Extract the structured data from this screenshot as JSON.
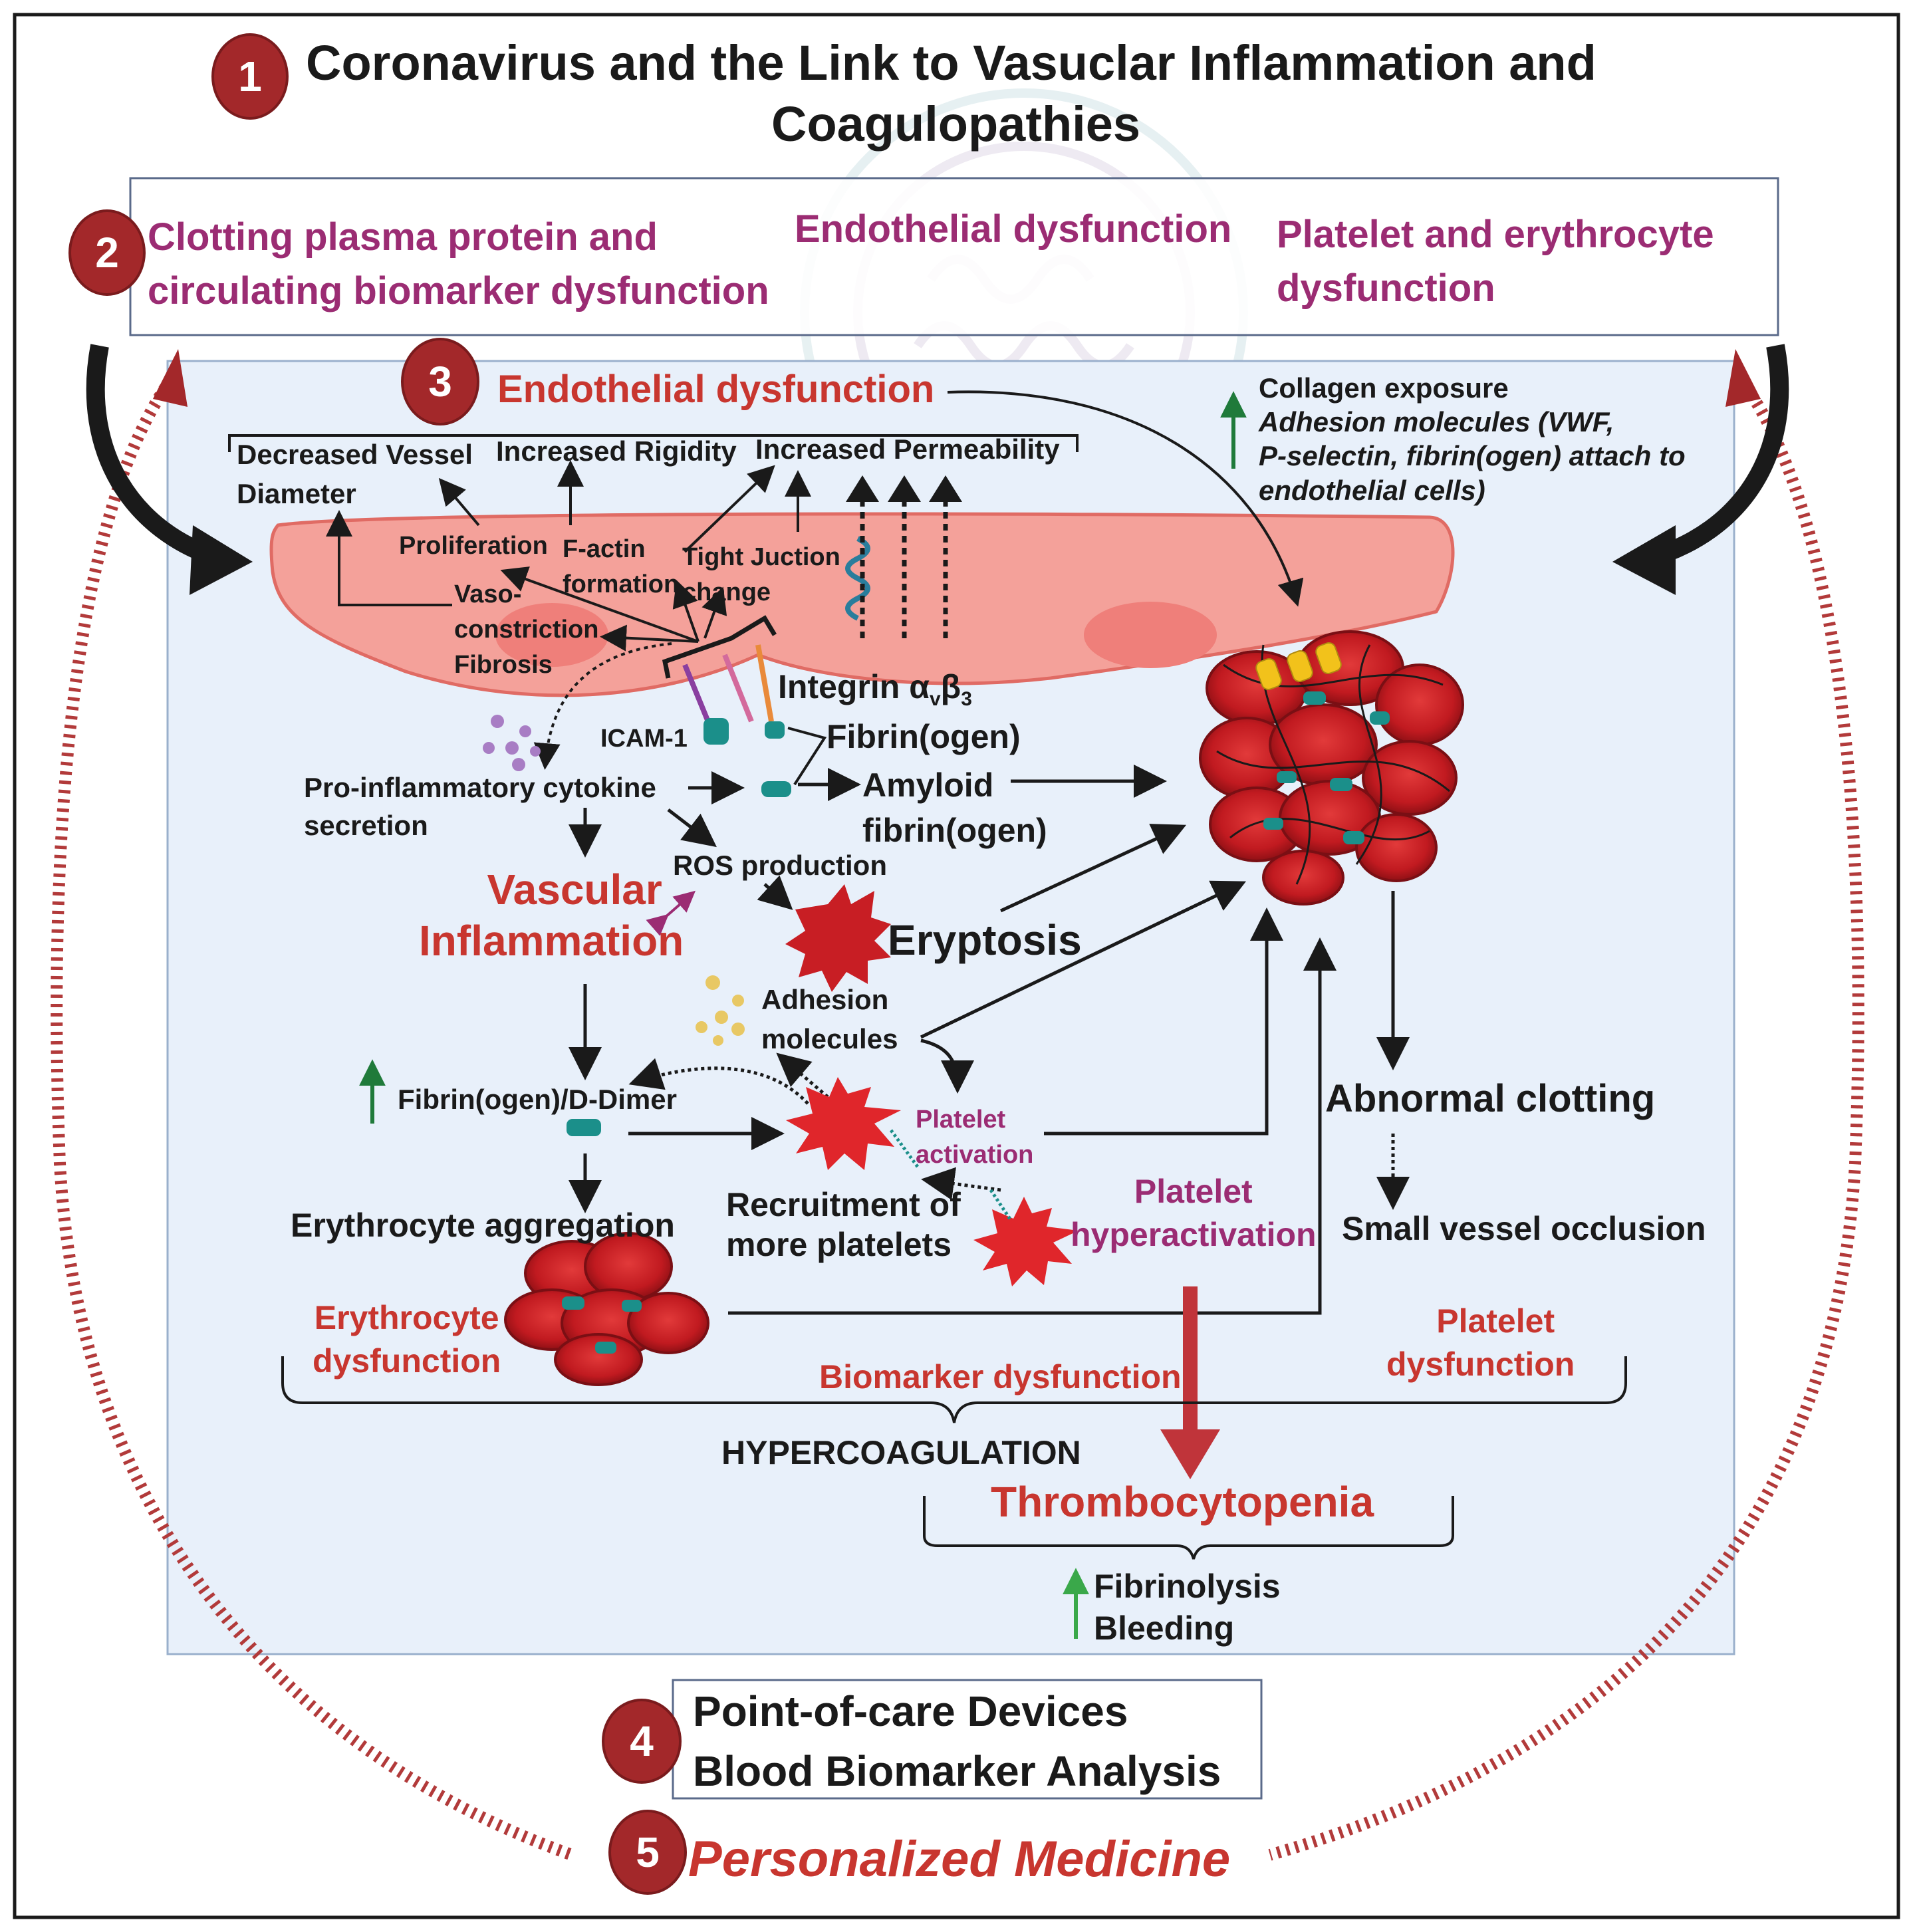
{
  "title": {
    "number": "1",
    "line1": "Coronavirus and the Link to Vasuclar Inflammation and",
    "line2": "Coagulopathies"
  },
  "categories": {
    "number": "2",
    "clotting_line1": "Clotting plasma protein and",
    "clotting_line2": "circulating biomarker  dysfunction",
    "endothelial": "Endothelial dysfunction",
    "platelet_line1": "Platelet and erythrocyte",
    "platelet_line2": "dysfunction"
  },
  "endothelial": {
    "number": "3",
    "heading": "Endothelial dysfunction",
    "decreased_vessel_line1": "Decreased Vessel",
    "decreased_vessel_line2": "Diameter",
    "increased_rigidity": "Increased Rigidity",
    "increased_permeability": "Increased Permeability",
    "proliferation": "Proliferation",
    "f_actin_line1": "F-actin",
    "f_actin_line2": "formation",
    "tight_junction_line1": "Tight Juction",
    "tight_junction_line2": "change",
    "vaso_line1": "Vaso-",
    "vaso_line2": "constriction",
    "fibrosis": "Fibrosis",
    "integrin": "Integrin α",
    "integrin_sub_v": "v",
    "integrin_beta": "β",
    "integrin_sub_3": "3",
    "icam": "ICAM-1",
    "fibrinogen": "Fibrin(ogen)",
    "amyloid_line1": "Amyloid",
    "amyloid_line2": "fibrin(ogen)"
  },
  "collagen": {
    "line1": "Collagen exposure",
    "line2": "Adhesion molecules (VWF,",
    "line3": "P-selectin, fibrin(ogen) attach to",
    "line4": "endothelial cells)"
  },
  "pathway": {
    "cytokine_line1": "Pro-inflammatory cytokine",
    "cytokine_line2": "secretion",
    "ros": "ROS production",
    "vascular_line1": "Vascular",
    "vascular_line2": "Inflammation",
    "eryptosis": "Eryptosis",
    "adhesion_line1": "Adhesion",
    "adhesion_line2": "molecules",
    "d_dimer": "Fibrin(ogen)/D-Dimer",
    "platelet_activation_line1": "Platelet",
    "platelet_activation_line2": "activation",
    "recruitment_line1": "Recruitment of",
    "recruitment_line2": "more platelets",
    "hyperactivation_line1": "Platelet",
    "hyperactivation_line2": "hyperactivation",
    "erythrocyte_aggregation": "Erythrocyte aggregation",
    "erythrocyte_dysfunction_line1": "Erythrocyte",
    "erythrocyte_dysfunction_line2": "dysfunction",
    "biomarker_dysfunction": "Biomarker dysfunction",
    "platelet_dysfunction_line1": "Platelet",
    "platelet_dysfunction_line2": "dysfunction",
    "abnormal_clotting": "Abnormal clotting",
    "small_vessel": "Small vessel occlusion",
    "hypercoagulation": "HYPERCOAGULATION",
    "thrombocytopenia": "Thrombocytopenia",
    "fibrinolysis": "Fibrinolysis",
    "bleeding": "Bleeding"
  },
  "bottom": {
    "number4": "4",
    "poc_line1": "Point-of-care Devices",
    "poc_line2": "Blood Biomarker Analysis",
    "number5": "5",
    "personalized": "Personalized Medicine"
  },
  "colors": {
    "heading_red": "#c8362f",
    "purple": "#9b2c73",
    "badge": "#a3282a",
    "panel_bg": "#e8f0fa",
    "endothelium": "#f4a19a",
    "rbc": "#c81e24",
    "teal": "#1b8f8a",
    "up_arrow_green": "#1f7a3a"
  }
}
